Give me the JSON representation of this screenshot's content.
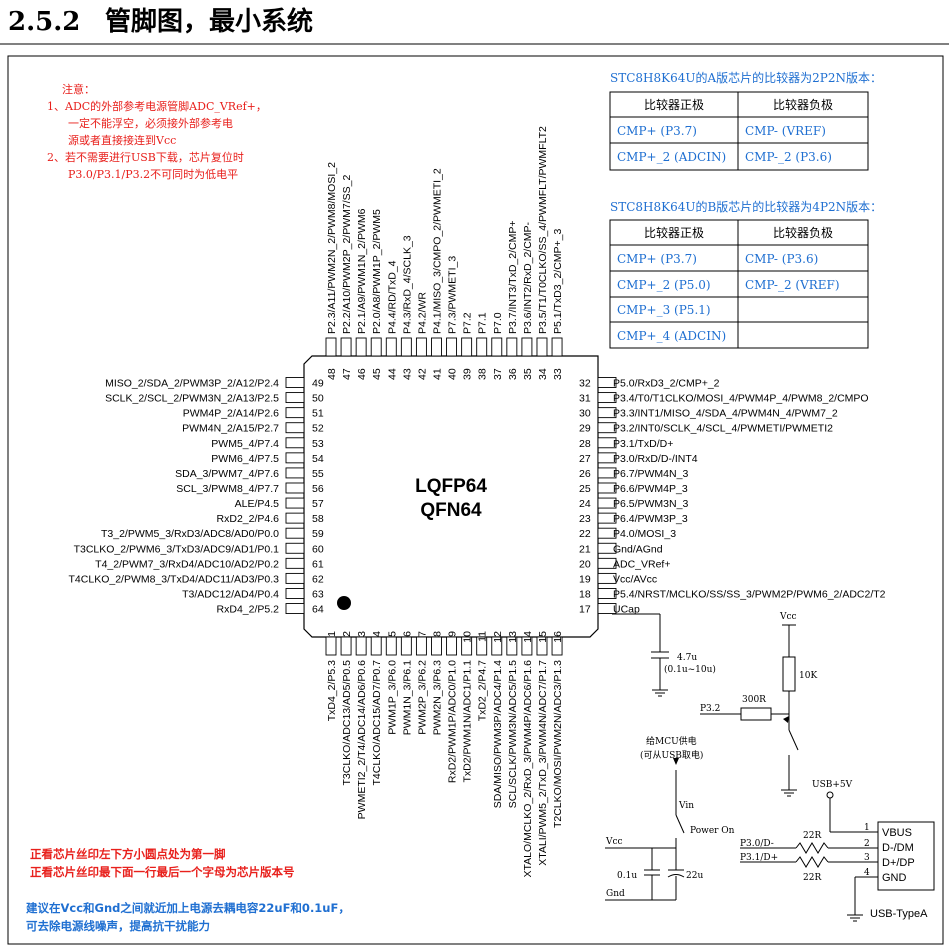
{
  "heading": {
    "number": "2.5.2",
    "title": "管脚图，最小系统"
  },
  "notes": {
    "title": "注意：",
    "lines": [
      "1、ADC的外部参考电源管脚ADC_VRef+，",
      "一定不能浮空，必须接外部参考电",
      "源或者直接接连到Vcc",
      "2、若不需要进行USB下载，芯片复位时",
      "P3.0/P3.1/P3.2不可同时为低电平"
    ]
  },
  "tableA": {
    "caption": "STC8H8K64U的A版芯片的比较器为2P2N版本：",
    "headers": [
      "比较器正极",
      "比较器负极"
    ],
    "rows": [
      [
        "CMP+ (P3.7)",
        "CMP- (VREF)"
      ],
      [
        "CMP+_2 (ADCIN)",
        "CMP-_2 (P3.6)"
      ]
    ]
  },
  "tableB": {
    "caption": "STC8H8K64U的B版芯片的比较器为4P2N版本：",
    "headers": [
      "比较器正极",
      "比较器负极"
    ],
    "rows": [
      [
        "CMP+ (P3.7)",
        "CMP- (P3.6)"
      ],
      [
        "CMP+_2 (P5.0)",
        "CMP-_2 (VREF)"
      ],
      [
        "CMP+_3 (P5.1)",
        ""
      ],
      [
        "CMP+_4 (ADCIN)",
        ""
      ]
    ]
  },
  "chip": {
    "name1": "LQFP64",
    "name2": "QFN64",
    "left_pins": [
      {
        "n": "49",
        "label": "MISO_2/SDA_2/PWM3P_2/A12/P2.4"
      },
      {
        "n": "50",
        "label": "SCLK_2/SCL_2/PWM3N_2/A13/P2.5"
      },
      {
        "n": "51",
        "label": "PWM4P_2/A14/P2.6"
      },
      {
        "n": "52",
        "label": "PWM4N_2/A15/P2.7"
      },
      {
        "n": "53",
        "label": "PWM5_4/P7.4"
      },
      {
        "n": "54",
        "label": "PWM6_4/P7.5"
      },
      {
        "n": "55",
        "label": "SDA_3/PWM7_4/P7.6"
      },
      {
        "n": "56",
        "label": "SCL_3/PWM8_4/P7.7"
      },
      {
        "n": "57",
        "label": "ALE/P4.5"
      },
      {
        "n": "58",
        "label": "RxD2_2/P4.6"
      },
      {
        "n": "59",
        "label": "T3_2/PWM5_3/RxD3/ADC8/AD0/P0.0"
      },
      {
        "n": "60",
        "label": "T3CLKO_2/PWM6_3/TxD3/ADC9/AD1/P0.1"
      },
      {
        "n": "61",
        "label": "T4_2/PWM7_3/RxD4/ADC10/AD2/P0.2"
      },
      {
        "n": "62",
        "label": "T4CLKO_2/PWM8_3/TxD4/ADC11/AD3/P0.3"
      },
      {
        "n": "63",
        "label": "T3/ADC12/AD4/P0.4"
      },
      {
        "n": "64",
        "label": "RxD4_2/P5.2"
      }
    ],
    "right_pins": [
      {
        "n": "32",
        "label": "P5.0/RxD3_2/CMP+_2"
      },
      {
        "n": "31",
        "label": "P3.4/T0/T1CLKO/MOSI_4/PWM4P_4/PWM8_2/CMPO"
      },
      {
        "n": "30",
        "label": "P3.3/INT1/MISO_4/SDA_4/PWM4N_4/PWM7_2"
      },
      {
        "n": "29",
        "label": "P3.2/INT0/SCLK_4/SCL_4/PWMETI/PWMETI2"
      },
      {
        "n": "28",
        "label": "P3.1/TxD/D+"
      },
      {
        "n": "27",
        "label": "P3.0/RxD/D-/INT4"
      },
      {
        "n": "26",
        "label": "P6.7/PWM4N_3"
      },
      {
        "n": "25",
        "label": "P6.6/PWM4P_3"
      },
      {
        "n": "24",
        "label": "P6.5/PWM3N_3"
      },
      {
        "n": "23",
        "label": "P6.4/PWM3P_3"
      },
      {
        "n": "22",
        "label": "P4.0/MOSI_3"
      },
      {
        "n": "21",
        "label": "Gnd/AGnd"
      },
      {
        "n": "20",
        "label": "ADC_VRef+"
      },
      {
        "n": "19",
        "label": "Vcc/AVcc"
      },
      {
        "n": "18",
        "label": "P5.4/NRST/MCLKO/SS/SS_3/PWM2P/PWM6_2/ADC2/T2"
      },
      {
        "n": "17",
        "label": "UCap"
      }
    ],
    "top_pins": [
      {
        "n": "48",
        "label": "P2.3/A11/PWM2N_2/PWM8/MOSI_2"
      },
      {
        "n": "47",
        "label": "P2.2/A10/PWM2P_2/PWM7/SS_2"
      },
      {
        "n": "46",
        "label": "P2.1/A9/PWM1N_2/PWM6"
      },
      {
        "n": "45",
        "label": "P2.0/A8/PWM1P_2/PWM5"
      },
      {
        "n": "44",
        "label": "P4.4/RD/TxD_4"
      },
      {
        "n": "43",
        "label": "P4.3/RxD_4/SCLK_3"
      },
      {
        "n": "42",
        "label": "P4.2/WR"
      },
      {
        "n": "41",
        "label": "P4.1/MISO_3/CMPO_2/PWMETI_2"
      },
      {
        "n": "40",
        "label": "P7.3/PWMETI_3"
      },
      {
        "n": "39",
        "label": "P7.2"
      },
      {
        "n": "38",
        "label": "P7.1"
      },
      {
        "n": "37",
        "label": "P7.0"
      },
      {
        "n": "36",
        "label": "P3.7/INT3/TxD_2/CMP+"
      },
      {
        "n": "35",
        "label": "P3.6/INT2/RxD_2/CMP-"
      },
      {
        "n": "34",
        "label": "P3.5/T1/T0CLKO/SS_4/PWMFLT/PWMFLT2"
      },
      {
        "n": "33",
        "label": "P5.1/TxD3_2/CMP+_3"
      }
    ],
    "bottom_pins": [
      {
        "n": "1",
        "label": "TxD4_2/P5.3"
      },
      {
        "n": "2",
        "label": "T3CLKO/ADC13/AD5/P0.5"
      },
      {
        "n": "3",
        "label": "PWMETI2_2/T4/ADC14/AD6/P0.6"
      },
      {
        "n": "4",
        "label": "T4CLKO/ADC15/AD7/P0.7"
      },
      {
        "n": "5",
        "label": "PWM1P_3/P6.0"
      },
      {
        "n": "6",
        "label": "PWM1N_3/P6.1"
      },
      {
        "n": "7",
        "label": "PWM2P_3/P6.2"
      },
      {
        "n": "8",
        "label": "PWM2N_3/P6.3"
      },
      {
        "n": "9",
        "label": "RxD2/PWM1P/ADC0/P1.0"
      },
      {
        "n": "10",
        "label": "TxD2/PWM1N/ADC1/P1.1"
      },
      {
        "n": "11",
        "label": "TxD2_2/P4.7"
      },
      {
        "n": "12",
        "label": "SDA/MISO/PWM3P/ADC4/P1.4"
      },
      {
        "n": "13",
        "label": "SCL/SCLK/PWM3N/ADC5/P1.5"
      },
      {
        "n": "14",
        "label": "XTALO/MCLKO_2/RxD_3/PWM4P/ADC6/P1.6"
      },
      {
        "n": "15",
        "label": "XTALI/PWM5_2/TxD_3/PWM4N/ADC7/P1.7"
      },
      {
        "n": "16",
        "label": "T2CLKO/MOSI/PWM2N/ADC3/P1.3"
      }
    ]
  },
  "circuit": {
    "cap_value": "4.7u",
    "cap_range": "(0.1u~10u)",
    "vcc": "Vcc",
    "r10k": "10K",
    "r300": "300R",
    "p32": "P3.2",
    "mcu_power": "给MCU供电",
    "mcu_power_sub": "(可从USB取电)",
    "vin": "Vin",
    "power_on": "Power On",
    "usb5v": "USB+5V",
    "vcc_left": "Vcc",
    "gnd_left": "Gnd",
    "c01": "0.1u",
    "c22": "22u",
    "r22a": "22R",
    "r22b": "22R",
    "p30": "P3.0/D-",
    "p31": "P3.1/D+",
    "usb_pins": [
      "VBUS",
      "D-/DM",
      "D+/DP",
      "GND"
    ],
    "usb_nums": [
      "1",
      "2",
      "3",
      "4"
    ],
    "usb_label": "USB-TypeA"
  },
  "footer": {
    "red1": "正看芯片丝印左下方小圆点处为第一脚",
    "red2": "正看芯片丝印最下面一行最后一个字母为芯片版本号",
    "blue1": "建议在Vcc和Gnd之间就近加上电源去耦电容22uF和0.1uF，",
    "blue2": "可去除电源线噪声，提高抗干扰能力"
  },
  "colors": {
    "red": "#e8201c",
    "blue": "#1f6fd1"
  }
}
